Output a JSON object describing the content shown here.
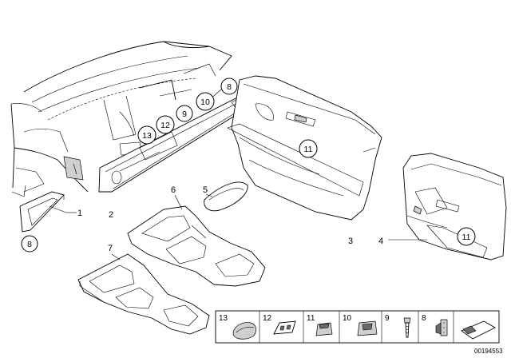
{
  "figure": {
    "doc_id": "00194553",
    "plain_labels": [
      {
        "id": "lbl-1",
        "text": "1"
      },
      {
        "id": "lbl-2",
        "text": "2"
      },
      {
        "id": "lbl-3",
        "text": "3"
      },
      {
        "id": "lbl-4",
        "text": "4"
      },
      {
        "id": "lbl-5",
        "text": "5"
      },
      {
        "id": "lbl-6",
        "text": "6"
      },
      {
        "id": "lbl-7",
        "text": "7"
      }
    ],
    "circled_labels": [
      {
        "id": "circ-8-top",
        "text": "8"
      },
      {
        "id": "circ-10",
        "text": "10"
      },
      {
        "id": "circ-9",
        "text": "9"
      },
      {
        "id": "circ-12",
        "text": "12"
      },
      {
        "id": "circ-13",
        "text": "13"
      },
      {
        "id": "circ-11-door",
        "text": "11"
      },
      {
        "id": "circ-11-rear",
        "text": "11"
      },
      {
        "id": "circ-8-left",
        "text": "8"
      }
    ],
    "legend_strip": [
      "13",
      "12",
      "11",
      "10",
      "9",
      "8"
    ]
  }
}
